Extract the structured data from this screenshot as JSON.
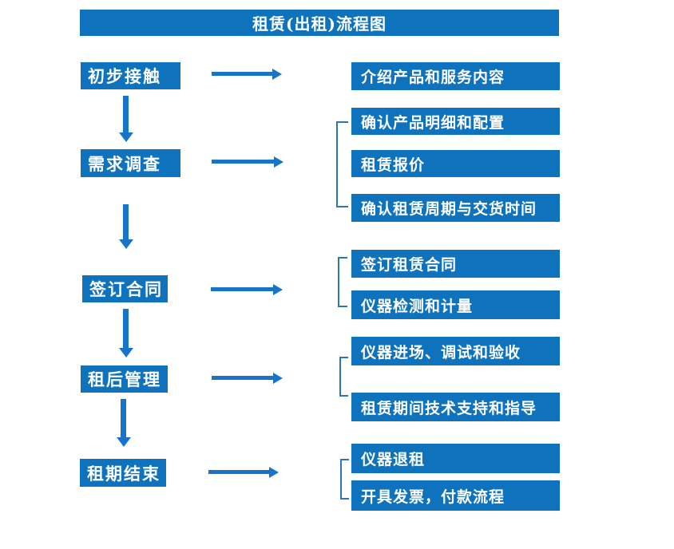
{
  "title": "租赁(出租)流程图",
  "colors": {
    "box_fill": "#0F72BC",
    "arrow": "#1774C8",
    "bracket": "#2E75B5",
    "text": "#FFFFFF",
    "background": "#FFFFFF"
  },
  "flow": [
    {
      "step": "初步接触",
      "details": [
        "介绍产品和服务内容"
      ]
    },
    {
      "step": "需求调查",
      "details": [
        "确认产品明细和配置",
        "租赁报价",
        "确认租赁周期与交货时间"
      ]
    },
    {
      "step": "签订合同",
      "details": [
        "签订租赁合同",
        "仪器检测和计量"
      ]
    },
    {
      "step": "租后管理",
      "details": [
        "仪器进场、调试和验收",
        "租赁期间技术支持和指导"
      ]
    },
    {
      "step": "租期结束",
      "details": [
        "仪器退租",
        "开具发票，付款流程"
      ]
    }
  ]
}
